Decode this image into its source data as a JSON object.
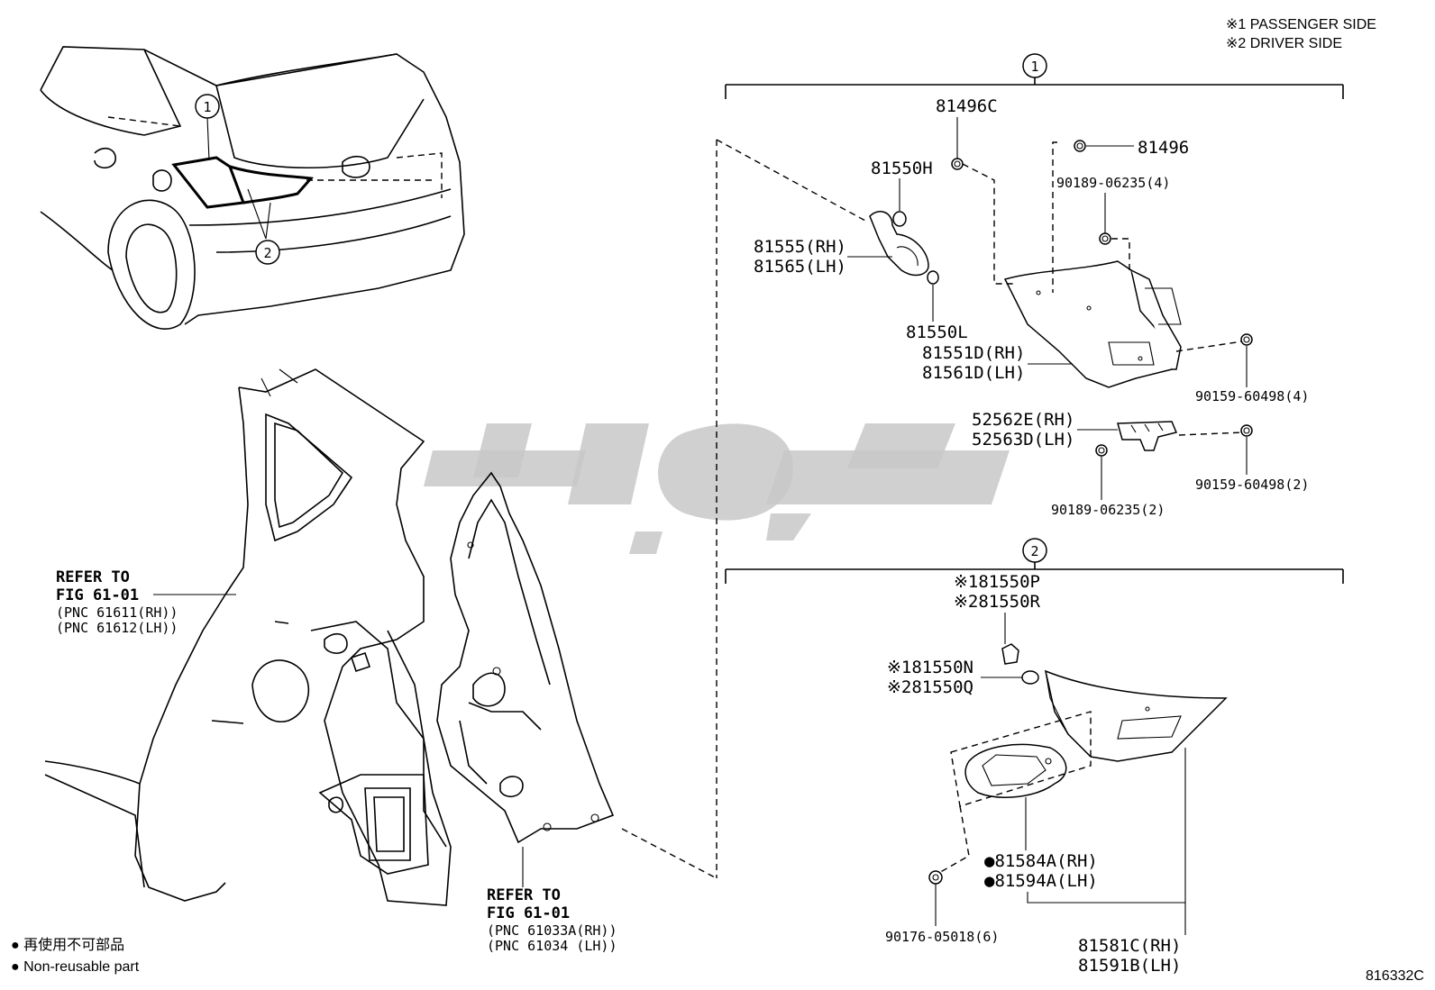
{
  "legend": {
    "note1": "※1 PASSENGER SIDE",
    "note2": "※2 DRIVER SIDE"
  },
  "callouts": {
    "one": "1",
    "two": "2"
  },
  "parts_group1": {
    "p81496C": "81496C",
    "p81496": "81496",
    "p90189_4": "90189-06235(4)",
    "p81550H": "81550H",
    "p81555": "81555(RH)",
    "p81565": "81565(LH)",
    "p81550L": "81550L",
    "p81551D": "81551D(RH)",
    "p81561D": "81561D(LH)",
    "p90159_4": "90159-60498(4)",
    "p52562E": "52562E(RH)",
    "p52563D": "52563D(LH)",
    "p90159_2": "90159-60498(2)",
    "p90189_2": "90189-06235(2)"
  },
  "parts_group2": {
    "p81550P": "※181550P",
    "p81550R": "※281550R",
    "p81550N": "※181550N",
    "p81550Q": "※281550Q",
    "p81584A": "●81584A(RH)",
    "p81594A": "●81594A(LH)",
    "p90176": "90176-05018(6)",
    "p81581C": "81581C(RH)",
    "p81591B": "81591B(LH)"
  },
  "refer1": {
    "l1": "REFER TO",
    "l2": "FIG 61-01",
    "l3": "(PNC 61611(RH))",
    "l4": "(PNC 61612(LH))"
  },
  "refer2": {
    "l1": "REFER TO",
    "l2": "FIG 61-01",
    "l3": "(PNC 61033A(RH))",
    "l4": "(PNC 61034 (LH))"
  },
  "footer": {
    "jp": "● 再使用不可部品",
    "en": "● Non-reusable part",
    "code": "816332C"
  },
  "colors": {
    "ink": "#000000",
    "watermark": "#c8c8c8"
  }
}
